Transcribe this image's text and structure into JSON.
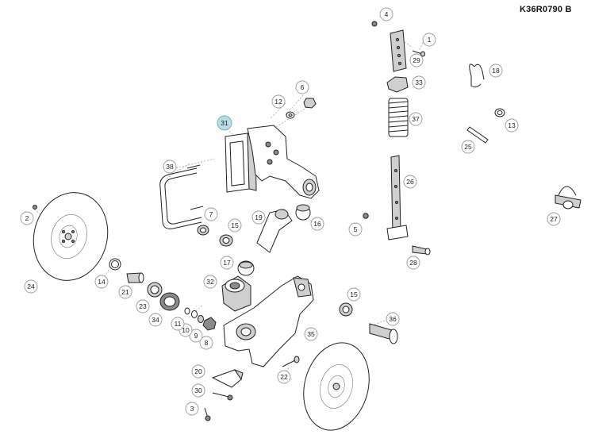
{
  "document_code": "K36R0790  B",
  "highlighted_callout": "31",
  "callouts": {
    "c1": "1",
    "c2": "2",
    "c3": "3",
    "c4": "4",
    "c5": "5",
    "c6": "6",
    "c7": "7",
    "c8": "8",
    "c9": "9",
    "c10": "10",
    "c11": "11",
    "c12": "12",
    "c13": "13",
    "c14": "14",
    "c15a": "15",
    "c15b": "15",
    "c16": "16",
    "c17": "17",
    "c18": "18",
    "c19": "19",
    "c20": "20",
    "c21": "21",
    "c22": "22",
    "c23": "23",
    "c24": "24",
    "c25": "25",
    "c26": "26",
    "c27": "27",
    "c28": "28",
    "c29": "29",
    "c30": "30",
    "c31": "31",
    "c32": "32",
    "c33": "33",
    "c34": "34",
    "c35": "35",
    "c36": "36",
    "c37": "37",
    "c38": "38"
  }
}
